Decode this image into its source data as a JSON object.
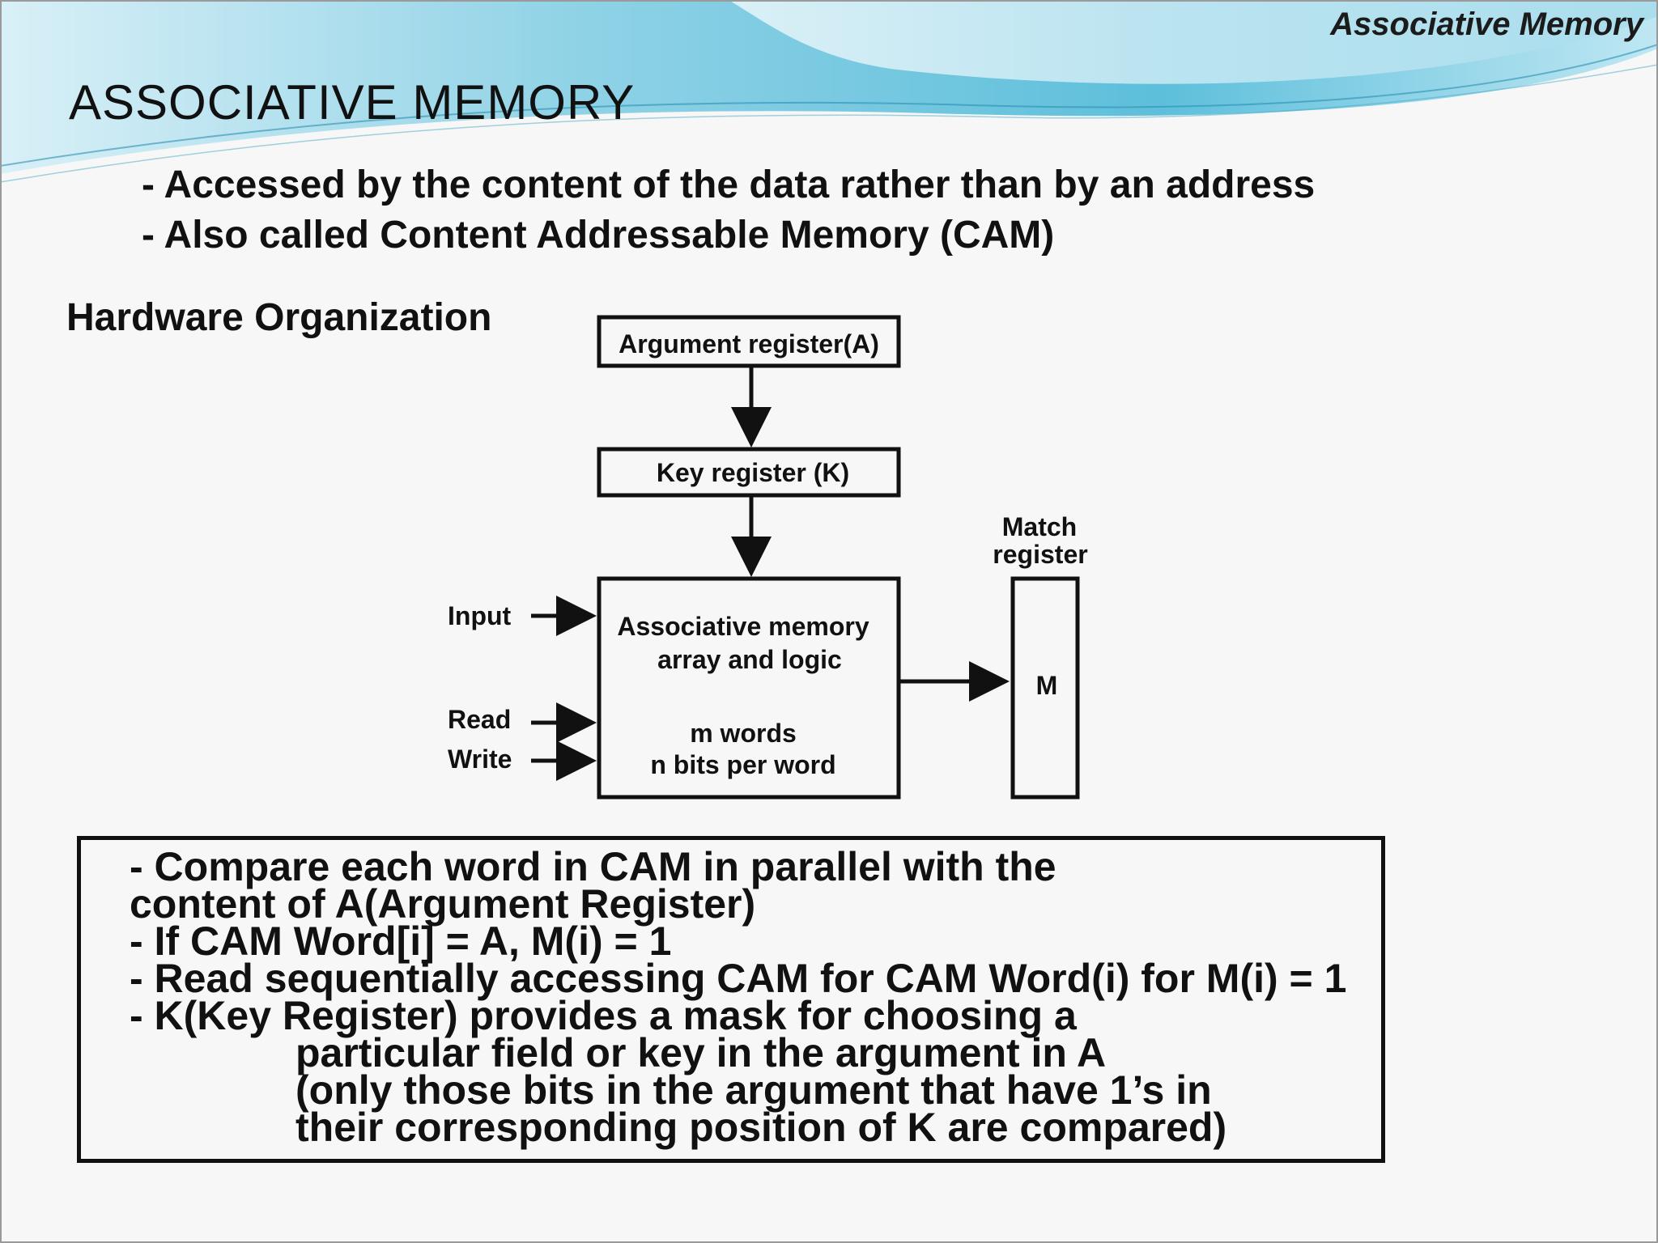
{
  "header": {
    "section_tag": "Associative Memory"
  },
  "title": "ASSOCIATIVE  MEMORY",
  "bullets": [
    "- Accessed by the content of the data rather than by an address",
    "- Also called Content Addressable Memory (CAM)"
  ],
  "hardware": {
    "heading": "Hardware Organization"
  },
  "diagram": {
    "argument_register": "Argument register(A)",
    "key_register": "Key register (K)",
    "memory_array": {
      "line1": "Associative memory",
      "line2": "array and logic",
      "line3": "m words",
      "line4": "n bits per word"
    },
    "match_register": {
      "label_line1": "Match",
      "label_line2": "register",
      "box_label": "M"
    },
    "inputs": {
      "input": "Input",
      "read": "Read",
      "write": "Write"
    }
  },
  "notes": [
    {
      "text": "- Compare each word in CAM in parallel with the",
      "indent": false
    },
    {
      "text": "content of A(Argument Register)",
      "indent": false
    },
    {
      "text": "- If CAM Word[i] = A, M(i) = 1",
      "indent": false
    },
    {
      "text": "- Read sequentially accessing CAM for CAM Word(i) for M(i) = 1",
      "indent": false
    },
    {
      "text": "- K(Key Register) provides a mask for choosing a",
      "indent": false
    },
    {
      "text": "particular field or key in the argument in A",
      "indent": true
    },
    {
      "text": "(only those bits in the argument that have 1’s in",
      "indent": true
    },
    {
      "text": "their corresponding position of K are compared)",
      "indent": true
    }
  ],
  "colors": {
    "wave_dark": "#6cc4dc",
    "wave_light": "#bfe6f1",
    "ink": "#111111",
    "background": "#f7f7f7"
  }
}
